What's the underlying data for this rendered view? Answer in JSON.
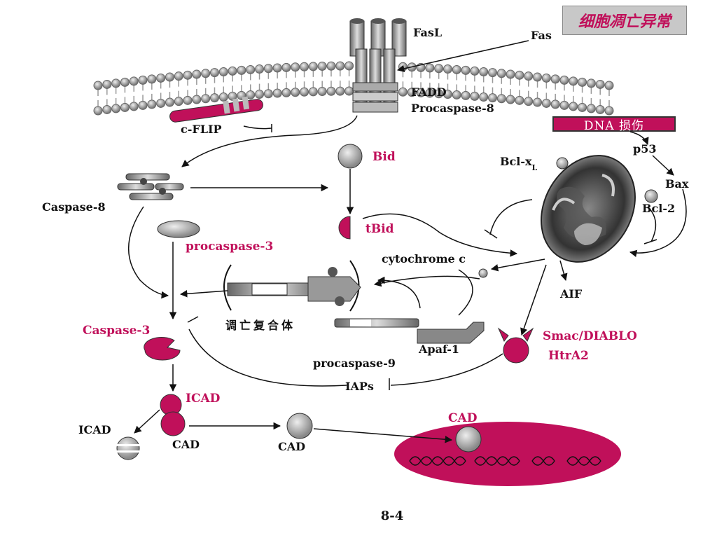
{
  "header": {
    "title": "细胞凋亡异常"
  },
  "footer": {
    "slide_number": "8-4"
  },
  "dna_box": "DNA 损伤",
  "labels": {
    "fasl": "FasL",
    "fas": "Fas",
    "fadd": "FADD",
    "procaspase8": "Procaspase-8",
    "cflip": "c-FLIP",
    "caspase8": "Caspase-8",
    "bid": "Bid",
    "tbid": "tBid",
    "bclxl": "Bcl-x",
    "bclxl_sub": "L",
    "p53": "p53",
    "bax": "Bax",
    "bcl2": "Bcl-2",
    "procaspase3": "procaspase-3",
    "cytochrome": "cytochrome c",
    "aif": "AIF",
    "apoptosome": "调亡复合体",
    "apaf1": "Apaf-1",
    "procaspase9": "procaspase-9",
    "smac": "Smac/DIABLO",
    "htra2": "HtrA2",
    "caspase3": "Caspase-3",
    "iaps": "IAPs",
    "icad_top": "ICAD",
    "icad_left": "ICAD",
    "cad_left": "CAD",
    "cad_mid": "CAD",
    "cad_nucleus": "CAD"
  },
  "colors": {
    "accent": "#c0105a",
    "title_bg": "#c8c8c8"
  }
}
